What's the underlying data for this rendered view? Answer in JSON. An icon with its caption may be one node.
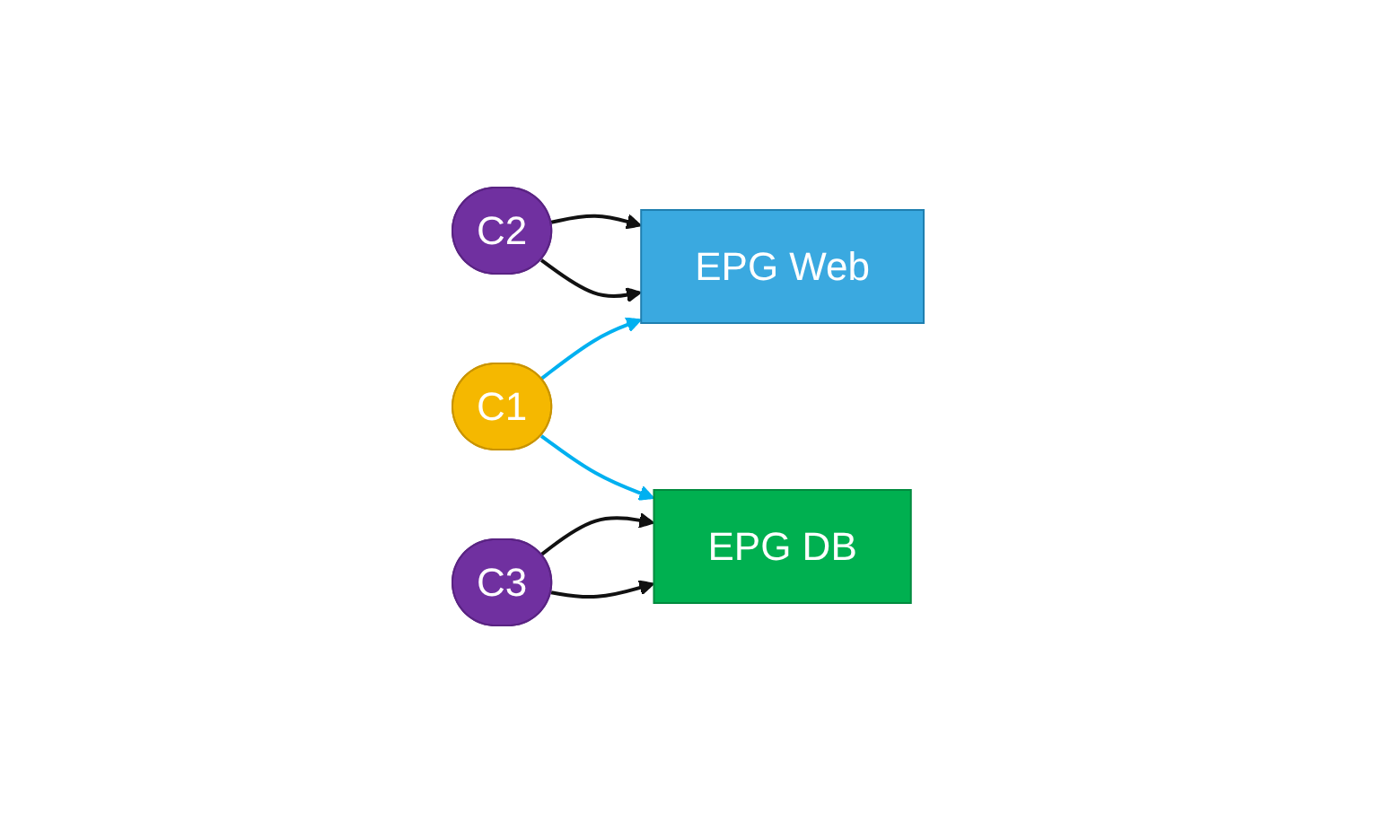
{
  "diagram": {
    "nodes": [
      {
        "text": [
          "C2"
        ]
      },
      {
        "text": [
          "EPG Web"
        ]
      },
      {
        "text": [
          "C1"
        ]
      },
      {
        "text": [
          "EPG DB"
        ]
      },
      {
        "text": [
          "C3"
        ]
      }
    ],
    "edges": [
      {
        "from": 0,
        "to": 1,
        "arrow": "to"
      },
      {
        "from": 0,
        "to": 1,
        "arrow": "to"
      },
      {
        "from": 2,
        "to": 1,
        "arrow": "to",
        "color": "#00b0f0"
      },
      {
        "from": 2,
        "to": 3,
        "arrow": "to",
        "color": "#00b0f0"
      },
      {
        "from": 4,
        "to": 3,
        "arrow": "to"
      },
      {
        "from": 4,
        "to": 3,
        "arrow": "to"
      }
    ]
  }
}
